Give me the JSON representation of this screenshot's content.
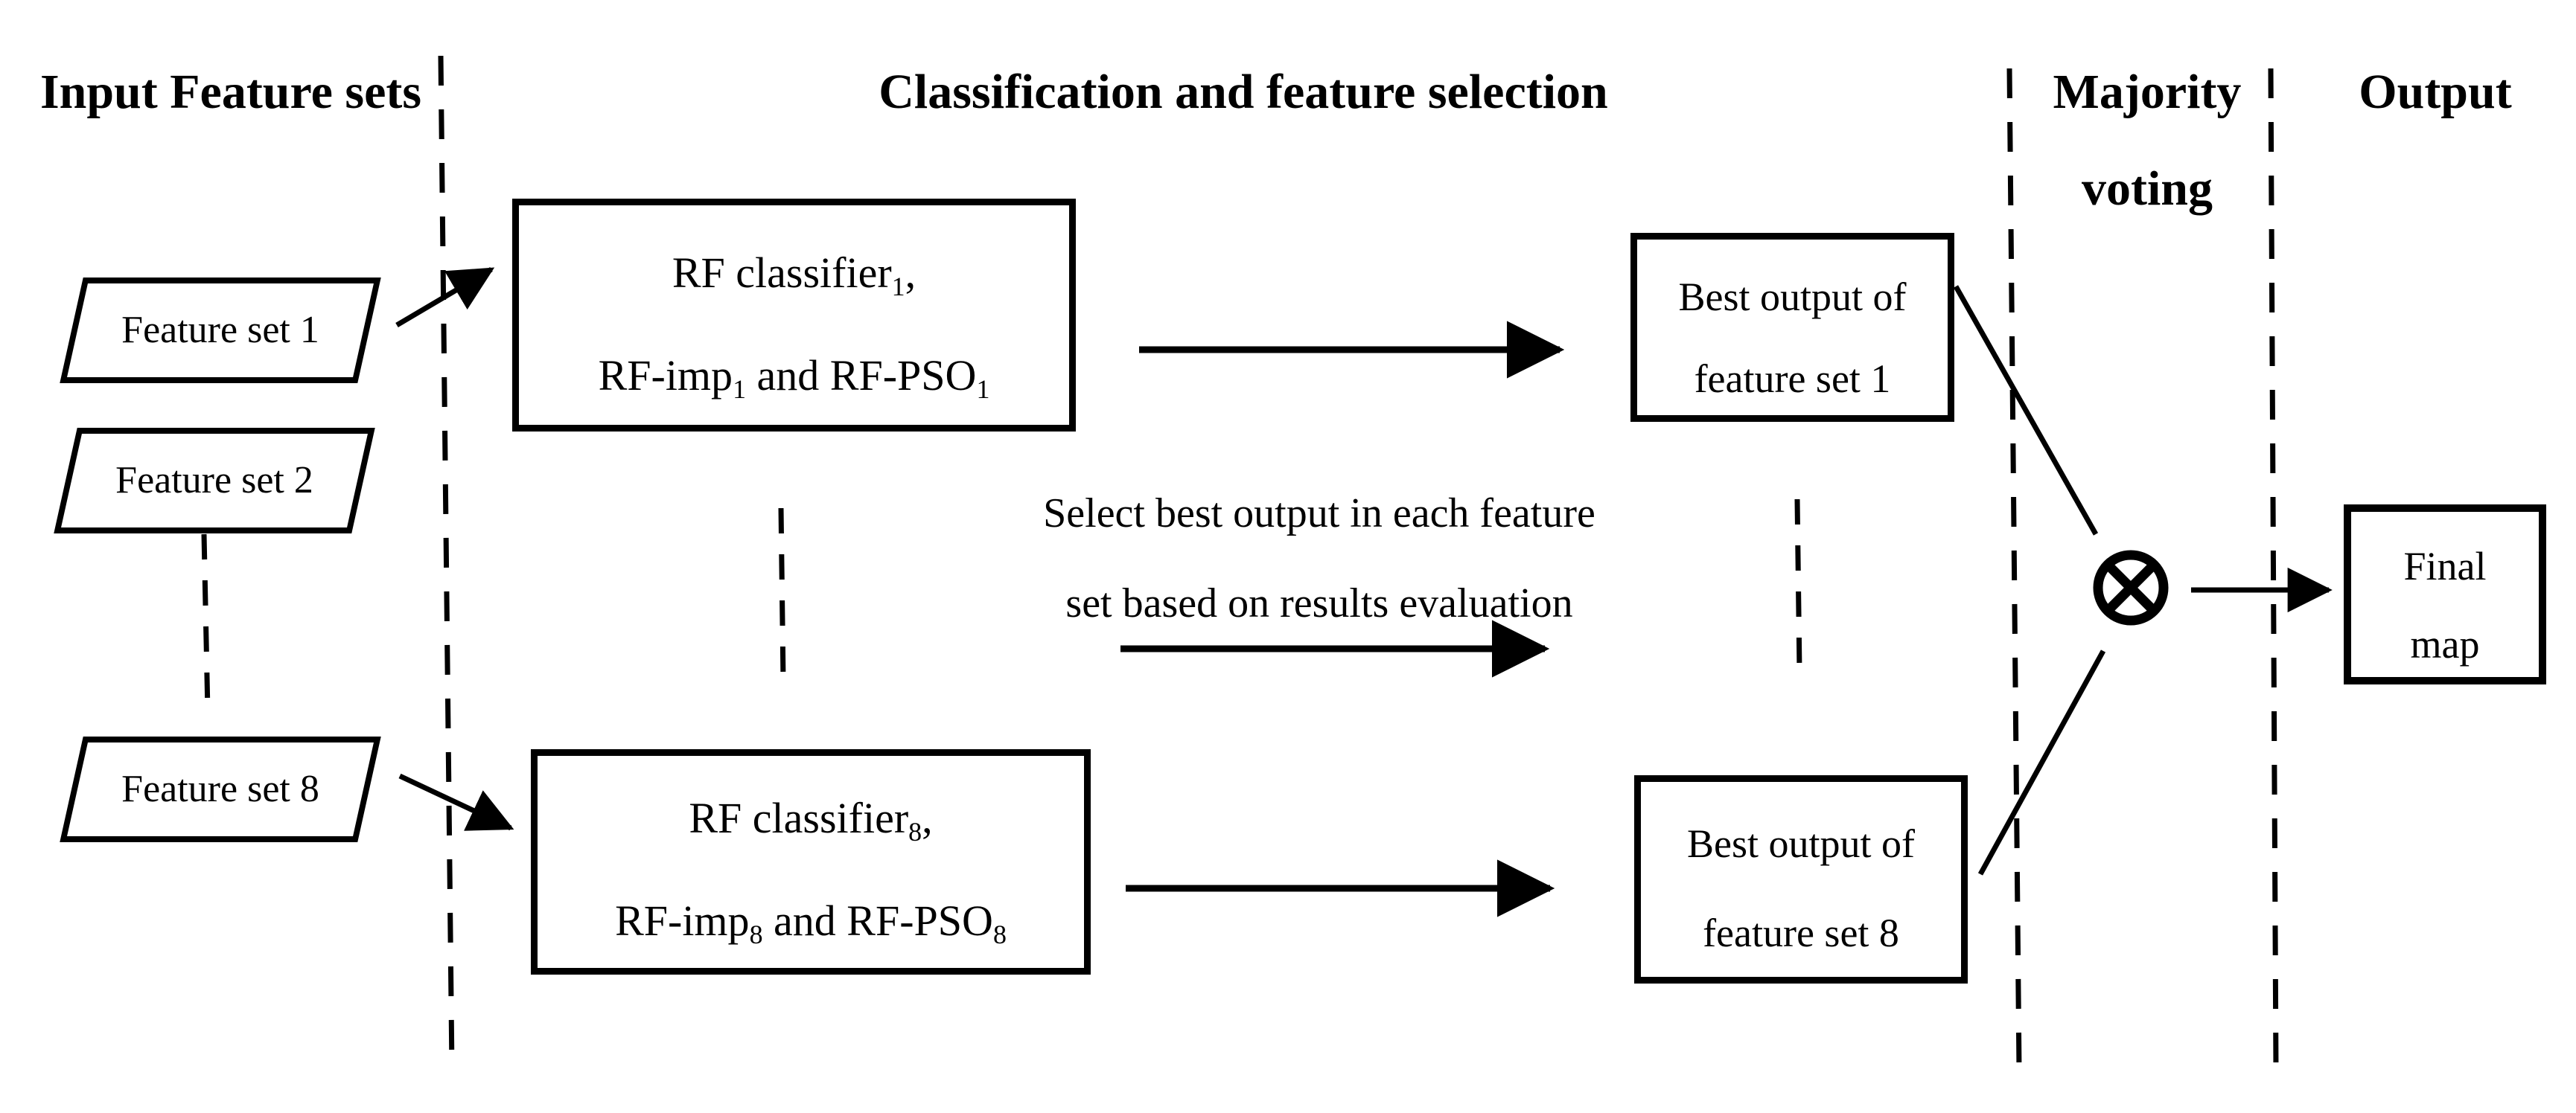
{
  "colors": {
    "ink": "#000000",
    "background": "#ffffff"
  },
  "headers": {
    "input": "Input Feature sets",
    "classification": "Classification and feature selection",
    "majority_line1": "Majority",
    "majority_line2": "voting",
    "output": "Output"
  },
  "input_sets": {
    "set1": "Feature set 1",
    "set2": "Feature set 2",
    "set8": "Feature set 8"
  },
  "classifier_boxes": {
    "box1": {
      "line1_name": "RF classifier",
      "line1_sub": "1",
      "line1_tail": ",",
      "line2_part1": "RF-imp",
      "line2_sub1": "1",
      "line2_part2": " and RF-PSO",
      "line2_sub2": "1"
    },
    "box8": {
      "line1_name": "RF classifier",
      "line1_sub": "8",
      "line1_tail": ",",
      "line2_part1": "RF-imp",
      "line2_sub1": "8",
      "line2_part2": " and RF-PSO",
      "line2_sub2": "8"
    }
  },
  "selection_note": {
    "line1": "Select best output in each feature",
    "line2": "set based on results evaluation"
  },
  "best_outputs": {
    "box1": {
      "line1": "Best output of",
      "line2": "feature set 1"
    },
    "box8": {
      "line1": "Best output of",
      "line2": "feature set 8"
    }
  },
  "output_box": {
    "line1": "Final",
    "line2": "map"
  },
  "icons": {
    "majority_operator": "multiply-circle-icon"
  }
}
